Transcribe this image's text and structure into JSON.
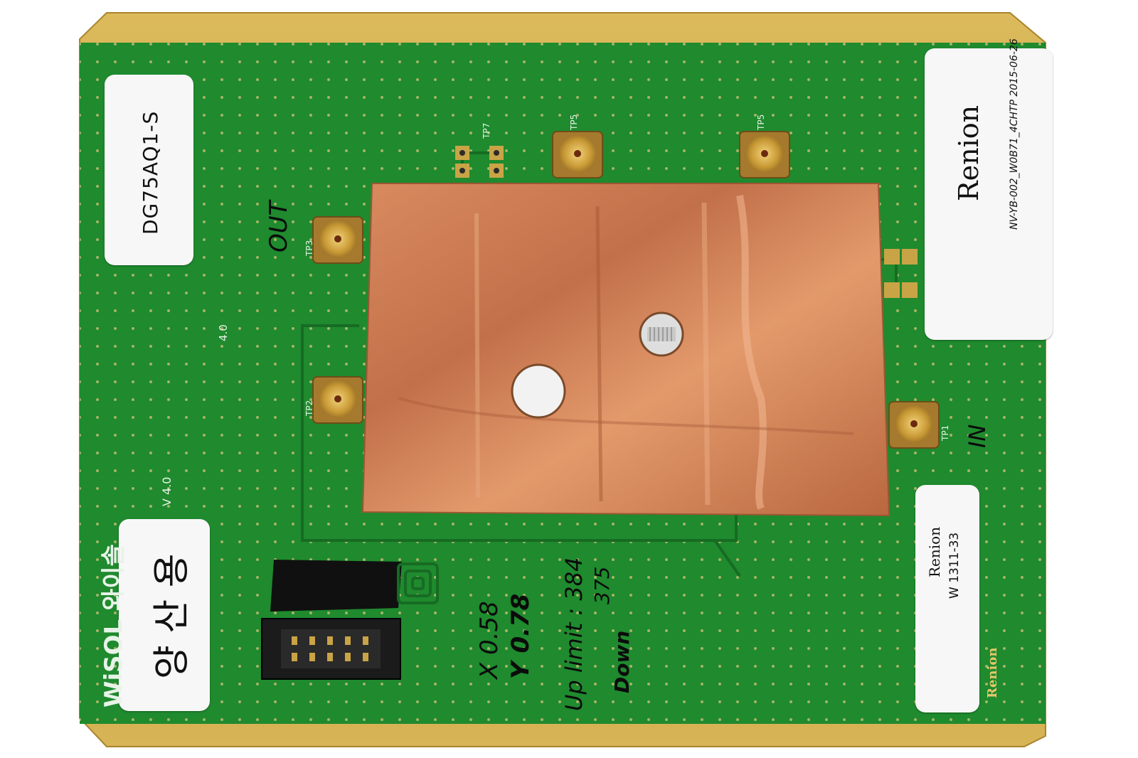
{
  "sticker_part": {
    "text": "DG75AQ1-S"
  },
  "sticker_renion_top": {
    "brand": "Renion",
    "code": "NV-YB-002_W0B71_4CHTP 2015-06-26"
  },
  "sticker_renion_bottom": {
    "brand": "Renion",
    "lot": "W 1311-33",
    "brand_print": "Renion"
  },
  "sticker_korean": {
    "text": "양 산 용"
  },
  "silkscreen": {
    "logo": "WiSOL 와이솔",
    "version_rev": "V 4.0",
    "version_top": "4.0",
    "tp7": "TP7",
    "tp5a": "TP5",
    "tp5b": "TP5",
    "tp3": "TP3",
    "tp2": "TP2",
    "tp1": "TP1"
  },
  "handwriting": {
    "out": "OUT",
    "in": "IN",
    "x_value": "X 0.58",
    "y_value": "Y 0.78",
    "up_limit": "Up limit : 384",
    "val_375": "375",
    "down": "Down"
  },
  "colors": {
    "pcb_green": "#1f8a2e",
    "gold": "#c9a446",
    "copper": "#c9774e"
  }
}
